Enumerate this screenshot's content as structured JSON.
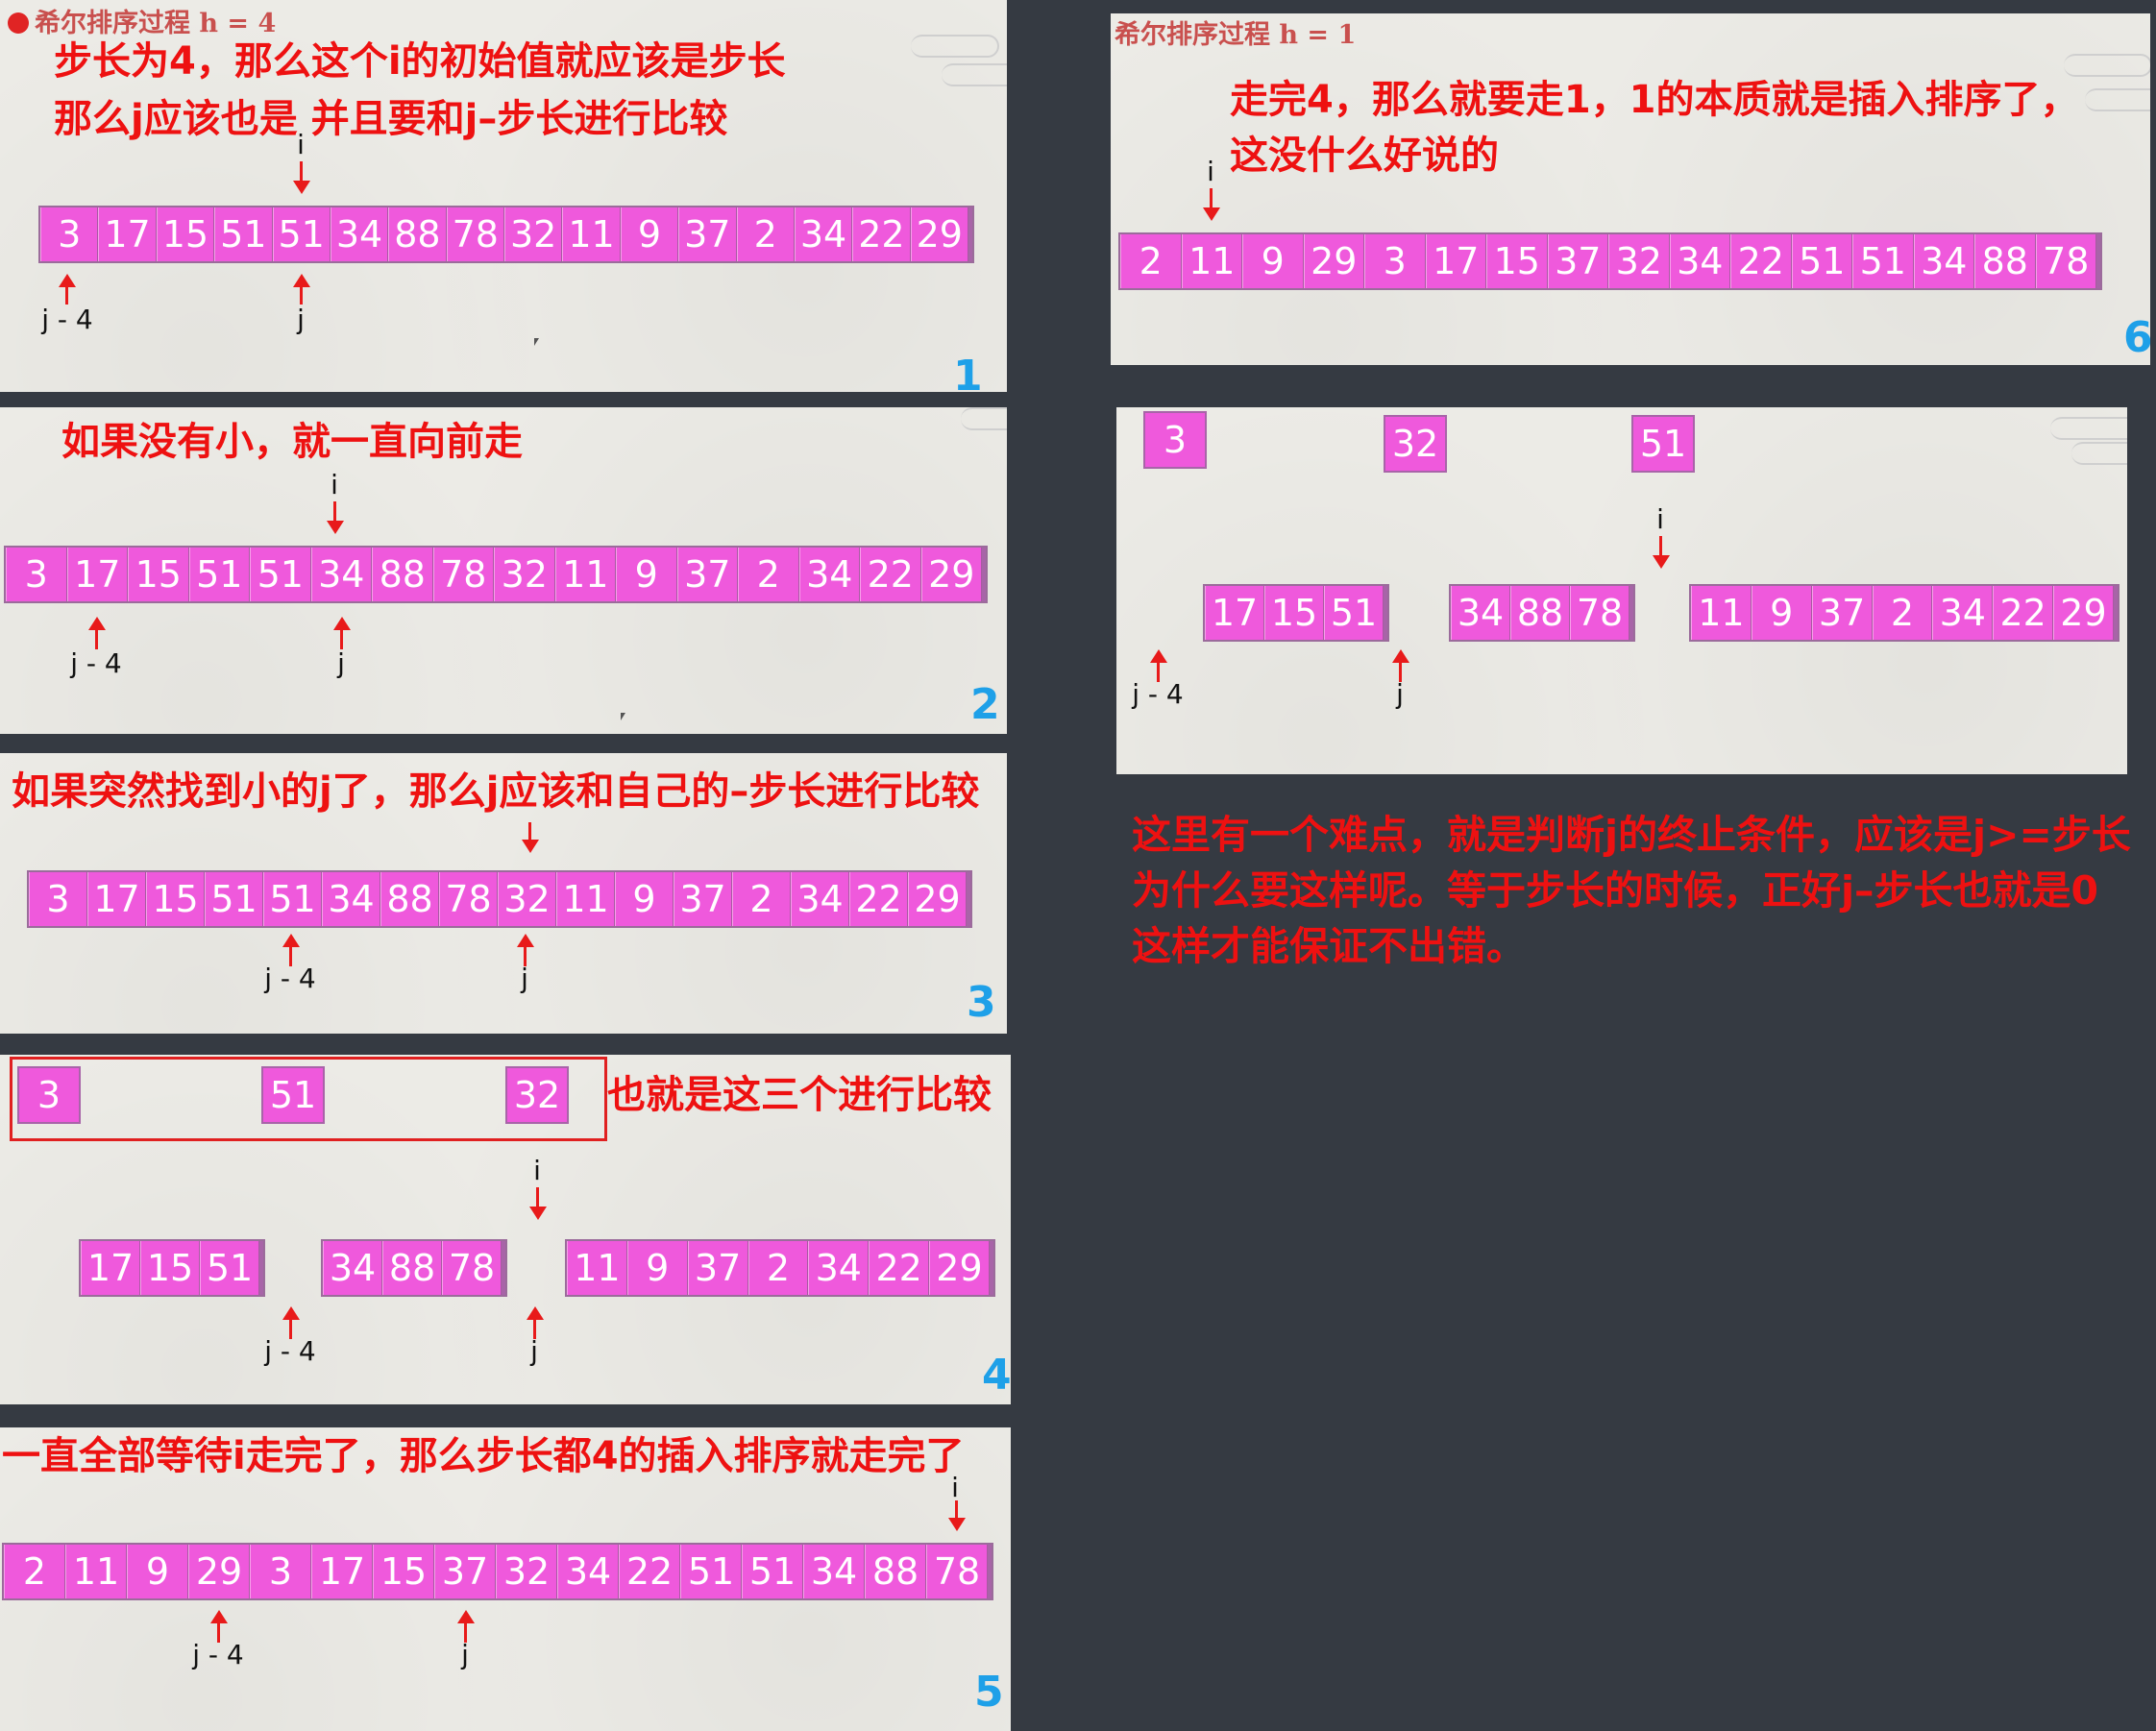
{
  "titles": {
    "p1": "希尔排序过程 h = 4",
    "p6": "希尔排序过程 h = 1"
  },
  "notes": {
    "p1_line1": "步长为4，那么这个i的初始值就应该是步长",
    "p1_line2": "那么j应该也是 并且要和j–步长进行比较",
    "p2": "如果没有小，就一直向前走",
    "p3": "如果突然找到小的j了，那么j应该和自己的–步长进行比较",
    "p4": "也就是这三个进行比较",
    "p5": "一直全部等待i走完了，那么步长都4的插入排序就走完了",
    "p6_line1": "走完4，那么就要走1，1的本质就是插入排序了，",
    "p6_line2": "这没什么好说的",
    "bottom_line1": "这里有一个难点，就是判断j的终止条件，应该是j>=步长",
    "bottom_line2": "为什么要这样呢。等于步长的时候，正好j–步长也就是0",
    "bottom_line3": "这样才能保证不出错。"
  },
  "arrays": {
    "p1": [
      "3",
      "17",
      "15",
      "51",
      "51",
      "34",
      "88",
      "78",
      "32",
      "11",
      "9",
      "37",
      "2",
      "34",
      "22",
      "29"
    ],
    "p2": [
      "3",
      "17",
      "15",
      "51",
      "51",
      "34",
      "88",
      "78",
      "32",
      "11",
      "9",
      "37",
      "2",
      "34",
      "22",
      "29"
    ],
    "p3": [
      "3",
      "17",
      "15",
      "51",
      "51",
      "34",
      "88",
      "78",
      "32",
      "11",
      "9",
      "37",
      "2",
      "34",
      "22",
      "29"
    ],
    "p4_g1": [
      "17",
      "15",
      "51"
    ],
    "p4_g2": [
      "34",
      "88",
      "78"
    ],
    "p4_g3": [
      "11",
      "9",
      "37",
      "2",
      "34",
      "22",
      "29"
    ],
    "p4_top": [
      "3",
      "51",
      "32"
    ],
    "p5": [
      "2",
      "11",
      "9",
      "29",
      "3",
      "17",
      "15",
      "37",
      "32",
      "34",
      "22",
      "51",
      "51",
      "34",
      "88",
      "78"
    ],
    "p6": [
      "2",
      "11",
      "9",
      "29",
      "3",
      "17",
      "15",
      "37",
      "32",
      "34",
      "22",
      "51",
      "51",
      "34",
      "88",
      "78"
    ],
    "p7_g1": [
      "17",
      "15",
      "51"
    ],
    "p7_g2": [
      "34",
      "88",
      "78"
    ],
    "p7_g3": [
      "11",
      "9",
      "37",
      "2",
      "34",
      "22",
      "29"
    ],
    "p7_top": [
      "3",
      "32",
      "51"
    ]
  },
  "pointers": {
    "i": "i",
    "j": "j",
    "jm4": "j - 4"
  },
  "panel_numbers": {
    "p1": "1",
    "p2": "2",
    "p3": "3",
    "p4": "4",
    "p5": "5",
    "p6": "6"
  },
  "colors": {
    "background": "#353a42",
    "panel": "#ecebe6",
    "cell": "#ef59dc",
    "note": "#ee1111",
    "arrow": "#e81a1a",
    "panel_number": "#1ea0e8"
  }
}
